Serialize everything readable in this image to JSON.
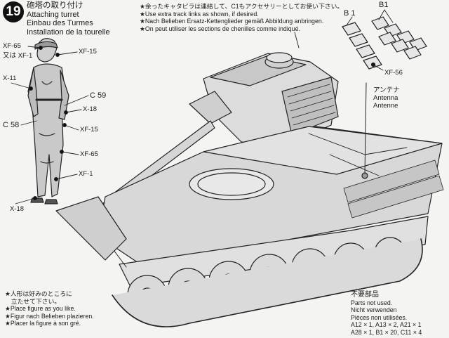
{
  "step": {
    "number": "19",
    "title_jp": "砲塔の取り付け",
    "title_en": "Attaching turret",
    "title_de": "Einbau des Turmes",
    "title_fr": "Installation de la tourelle"
  },
  "notes": [
    "★余ったキャタピラは連結して、C1もアクセサリーとしてお使い下さい。",
    "★Use extra track links as shown, if desired.",
    "★Nach Belieben Ersatz-Kettenglieder gemäß Abbildung anbringen.",
    "★On peut utiliser les sections de chenilles comme indiqué."
  ],
  "figure_labels": {
    "xf65": "XF-65",
    "xf1_alt": "又は XF-1",
    "xf15_a": "XF-15",
    "x11": "X-11",
    "c59": "C 59",
    "x18_a": "X-18",
    "c58": "C 58",
    "xf15_b": "XF-15",
    "xf65_b": "XF-65",
    "xf1": "XF-1",
    "x18_b": "X-18"
  },
  "track_labels": {
    "b1_left": "B 1",
    "b1_right": "B1",
    "xf56": "XF-56"
  },
  "antenna": {
    "jp": "アンテナ",
    "en": "Antenna",
    "de": "Antenne"
  },
  "figure_notes": [
    "★人形は好みのところに",
    "　立たせて下さい。",
    "★Place figure as you like.",
    "★Figur nach Belieben plazieren.",
    "★Placer la figure à son gré."
  ],
  "unused_parts": {
    "jp": "不要部品",
    "en": "Parts not used.",
    "de": "Nicht verwenden",
    "fr": "Pièces non utilisées.",
    "line1": "A12 × 1, A13 × 2, A21 × 1",
    "line2": "A28 × 1, B1 × 20, C11 × 4"
  }
}
